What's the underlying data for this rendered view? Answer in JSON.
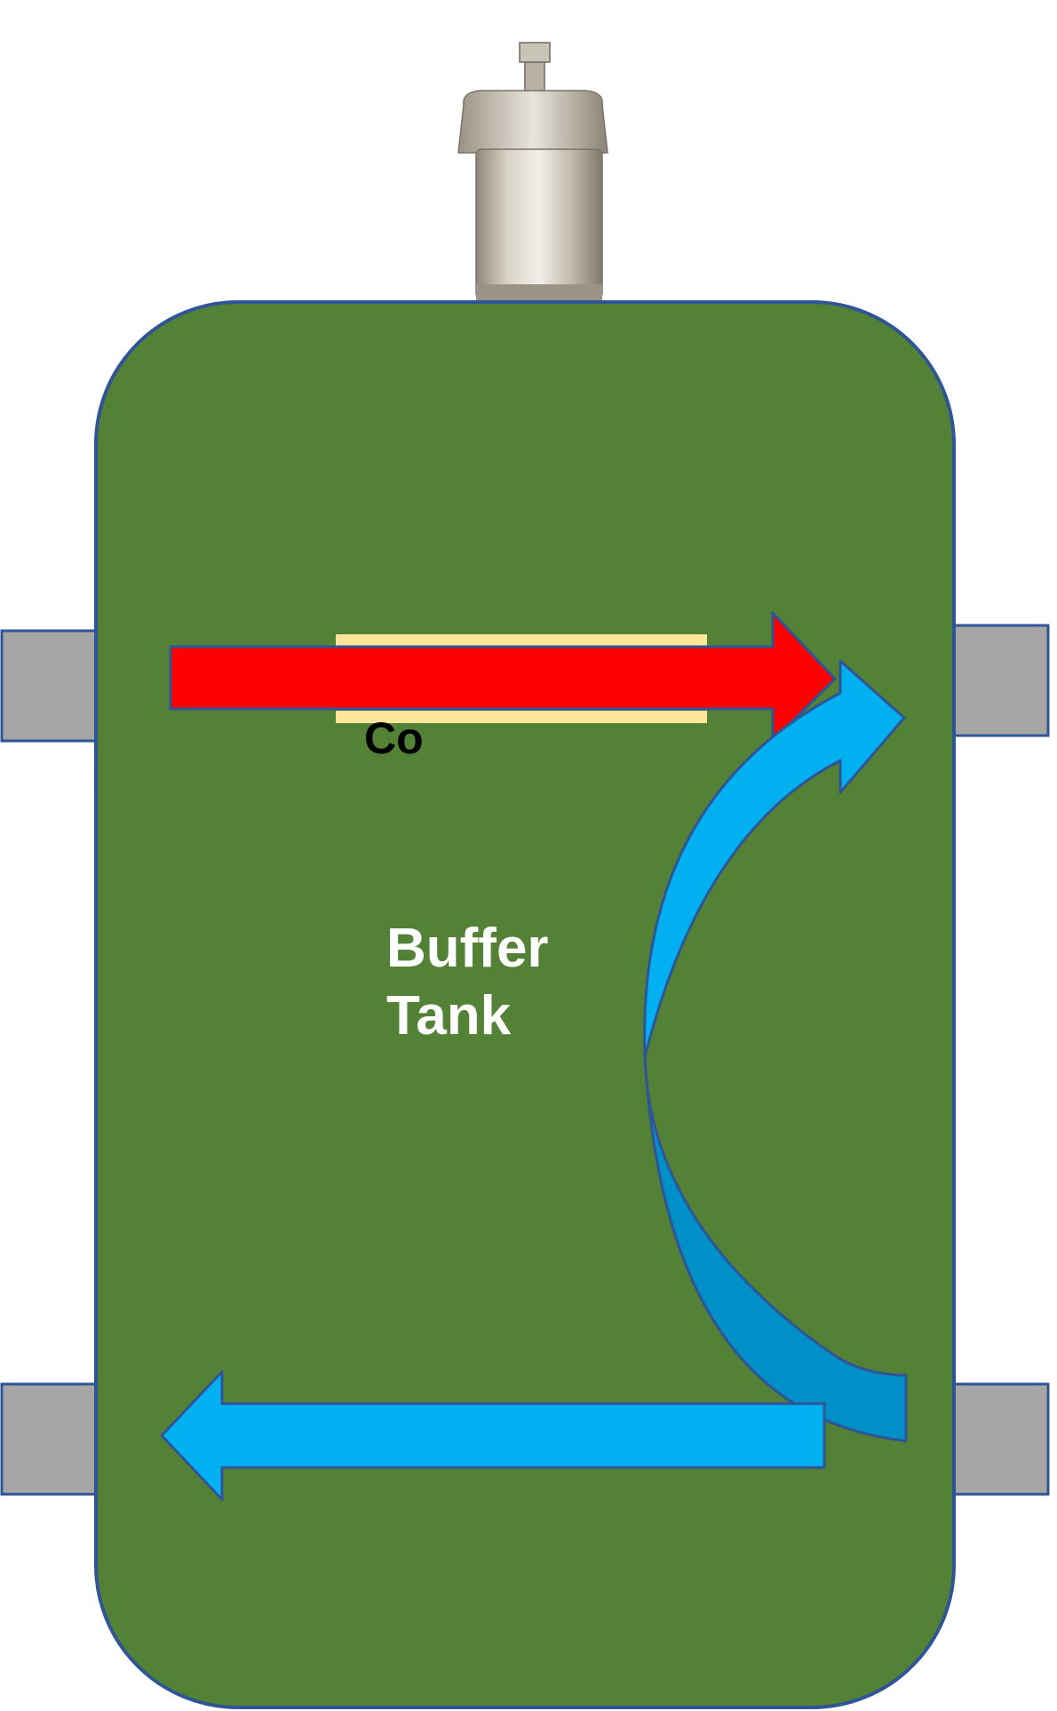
{
  "tank": {
    "label_line1": "Buffer",
    "label_line2": "Tank",
    "fill_color": "#538135",
    "border_color": "#2f5597"
  },
  "sensor": {
    "label": "Co",
    "pocket_color": "#ffe699"
  },
  "ports": {
    "color": "#a6a6a6",
    "items": [
      "port-top-left",
      "port-top-right",
      "port-bottom-left",
      "port-bottom-right"
    ]
  },
  "flows": {
    "hot_color": "#ff0000",
    "cold_color": "#00b0f0",
    "cold_shade_color": "#0090c8"
  },
  "icons": {
    "air_vent": "air-vent-icon"
  }
}
